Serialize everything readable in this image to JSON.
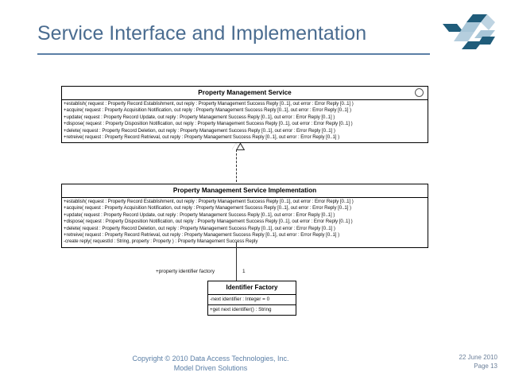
{
  "slide": {
    "title": "Service Interface and Implementation",
    "accent_color": "#4A6C90",
    "rule_color": "#5B7FA6"
  },
  "logo": {
    "name": "data-access-technologies-cubes-logo",
    "dark_color": "#1F5C7A",
    "light_color": "#A8C6D8"
  },
  "diagram": {
    "type": "uml-class-diagram",
    "classes": [
      {
        "name": "Property Management Service",
        "stereotype_icon": "interface-ball-icon",
        "operations": [
          "+establish( request : Property Record Establishment, out reply : Property Management Success Reply [0..1], out error : Error Reply [0..1] )",
          "+acquire( request : Property Acquisition Notification, out reply : Property Management Success Reply [0..1], out error : Error Reply [0..1] )",
          "+update( request : Property Record Update, out reply : Property Management Success Reply [0..1], out error : Error Reply [0..1] )",
          "+dispose( request : Property Disposition Notification, out reply : Property Management Success Reply [0..1], out error : Error Reply [0..1] )",
          "+delete( request : Property Record Deletion, out reply : Property Management Success Reply [0..1], out error : Error Reply [0..1] )",
          "+retreive( request : Property Record Retrieval, out reply : Property Management Success Reply [0..1], out error : Error Reply [0..1] )"
        ]
      },
      {
        "name": "Property Management Service Implementation",
        "operations": [
          "+establish( request : Property Record Establishment, out reply : Property Management Success Reply [0..1], out error : Error Reply [0..1] )",
          "+acquire( request : Property Acquisition Notification, out reply : Property Management Success Reply [0..1], out error : Error Reply [0..1] )",
          "+update( request : Property Record Update, out reply : Property Management Success Reply [0..1], out error : Error Reply [0..1] )",
          "+dispose( request : Property Disposition Notification, out reply : Property Management Success Reply [0..1], out error : Error Reply [0..1] )",
          "+delete( request : Property Record Deletion, out reply : Property Management Success Reply [0..1], out error : Error Reply [0..1] )",
          "+retreive( request : Property Record Retrieval, out reply : Property Management Success Reply [0..1], out error : Error Reply [0..1] )",
          "-create reply( requestId : String, property : Property ) : Property Management Success Reply"
        ]
      },
      {
        "name": "Identifier Factory",
        "attributes": [
          "-next identifier : Integer = 0"
        ],
        "operations": [
          "+get next identifier() : String"
        ]
      }
    ],
    "relationships": [
      {
        "kind": "realization",
        "from": "Property Management Service Implementation",
        "to": "Property Management Service",
        "line_style": "dashed",
        "arrow": "hollow-triangle"
      },
      {
        "kind": "association",
        "from": "Property Management Service Implementation",
        "to": "Identifier Factory",
        "role": "+property identifier factory",
        "multiplicity": "1",
        "line_style": "solid",
        "arrow": "open-arrow"
      }
    ]
  },
  "footer": {
    "copyright_line1": "Copyright © 2010 Data Access Technologies, Inc.",
    "copyright_line2": "Model Driven Solutions",
    "date": "22 June 2010",
    "page": "Page 13"
  }
}
